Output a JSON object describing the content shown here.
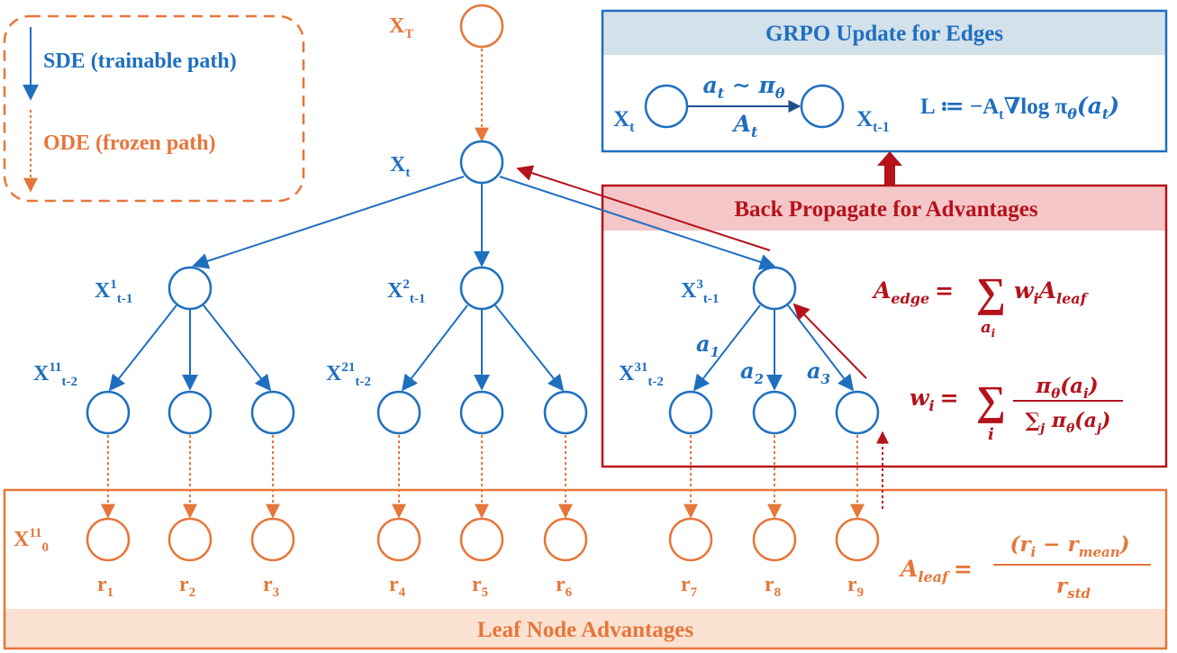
{
  "legend": {
    "sde_label": "SDE (trainable path)",
    "ode_label": "ODE (frozen path)"
  },
  "colors": {
    "blue": "#1f6fbf",
    "orange": "#e6763a",
    "red": "#b5121b",
    "grpo_header_bg": "#d3e1ea",
    "bp_header_bg": "#f4c6c8",
    "leaf_header_bg": "#fbe1d2"
  },
  "tree": {
    "root": {
      "base": "X",
      "sub": "T"
    },
    "xt": {
      "base": "X",
      "sub": "t"
    },
    "level1": [
      {
        "base": "X",
        "sup": "1",
        "sub": "t-1"
      },
      {
        "base": "X",
        "sup": "2",
        "sub": "t-1"
      },
      {
        "base": "X",
        "sup": "3",
        "sub": "t-1"
      }
    ],
    "level2": [
      {
        "base": "X",
        "sup": "11",
        "sub": "t-2"
      },
      {
        "base": "X",
        "sup": "21",
        "sub": "t-2"
      },
      {
        "base": "X",
        "sup": "31",
        "sub": "t-2"
      }
    ],
    "actions": [
      {
        "base": "a",
        "sub": "1"
      },
      {
        "base": "a",
        "sub": "2"
      },
      {
        "base": "a",
        "sub": "3"
      }
    ]
  },
  "leaves": {
    "label": {
      "base": "X",
      "sup": "11",
      "sub": "0"
    },
    "rewards": [
      {
        "base": "r",
        "sub": "1"
      },
      {
        "base": "r",
        "sub": "2"
      },
      {
        "base": "r",
        "sub": "3"
      },
      {
        "base": "r",
        "sub": "4"
      },
      {
        "base": "r",
        "sub": "5"
      },
      {
        "base": "r",
        "sub": "6"
      },
      {
        "base": "r",
        "sub": "7"
      },
      {
        "base": "r",
        "sub": "8"
      },
      {
        "base": "r",
        "sub": "9"
      }
    ],
    "section_title": "Leaf Node Advantages",
    "formula": {
      "lhs_base": "A",
      "lhs_sub": "leaf",
      "eq": "=",
      "num": "(r",
      "num_sub": "i",
      "num_mid": " − r",
      "num_sub2": "mean",
      "num_end": ")",
      "den": "r",
      "den_sub": "std"
    }
  },
  "grpo": {
    "title": "GRPO Update for Edges",
    "left_node": {
      "base": "X",
      "sub": "t"
    },
    "right_node": {
      "base": "X",
      "sub": "t-1"
    },
    "edge_top": "a",
    "edge_top_sub": "t",
    "edge_top_rest": " ∼ π",
    "edge_top_sub2": "θ",
    "edge_bottom": "A",
    "edge_bottom_sub": "t",
    "loss_lhs": "L ≔ −A",
    "loss_sub": "t",
    "loss_mid": "∇log π",
    "loss_sub2": "θ",
    "loss_end": "(a",
    "loss_sub3": "t",
    "loss_close": ")"
  },
  "backprop": {
    "title": "Back Propagate for Advantages",
    "edge_formula": {
      "lhs_base": "A",
      "lhs_sub": "edge",
      "eq": "=",
      "sum": "∑",
      "sum_sub": "a",
      "sum_sub2": "i",
      "rhs_w": "w",
      "rhs_w_sub": "i",
      "rhs_a": "A",
      "rhs_a_sub": "leaf"
    },
    "weight_formula": {
      "lhs_base": "w",
      "lhs_sub": "i",
      "eq": "=",
      "sum": "∑",
      "sum_sub": "i",
      "num": "π",
      "num_sub": "θ",
      "num_end": "(a",
      "num_sub2": "i",
      "num_close": ")",
      "den_sum": "∑",
      "den_sum_sub": "j",
      "den": " π",
      "den_sub": "θ",
      "den_end": "(a",
      "den_sub2": "j",
      "den_close": ")"
    }
  }
}
